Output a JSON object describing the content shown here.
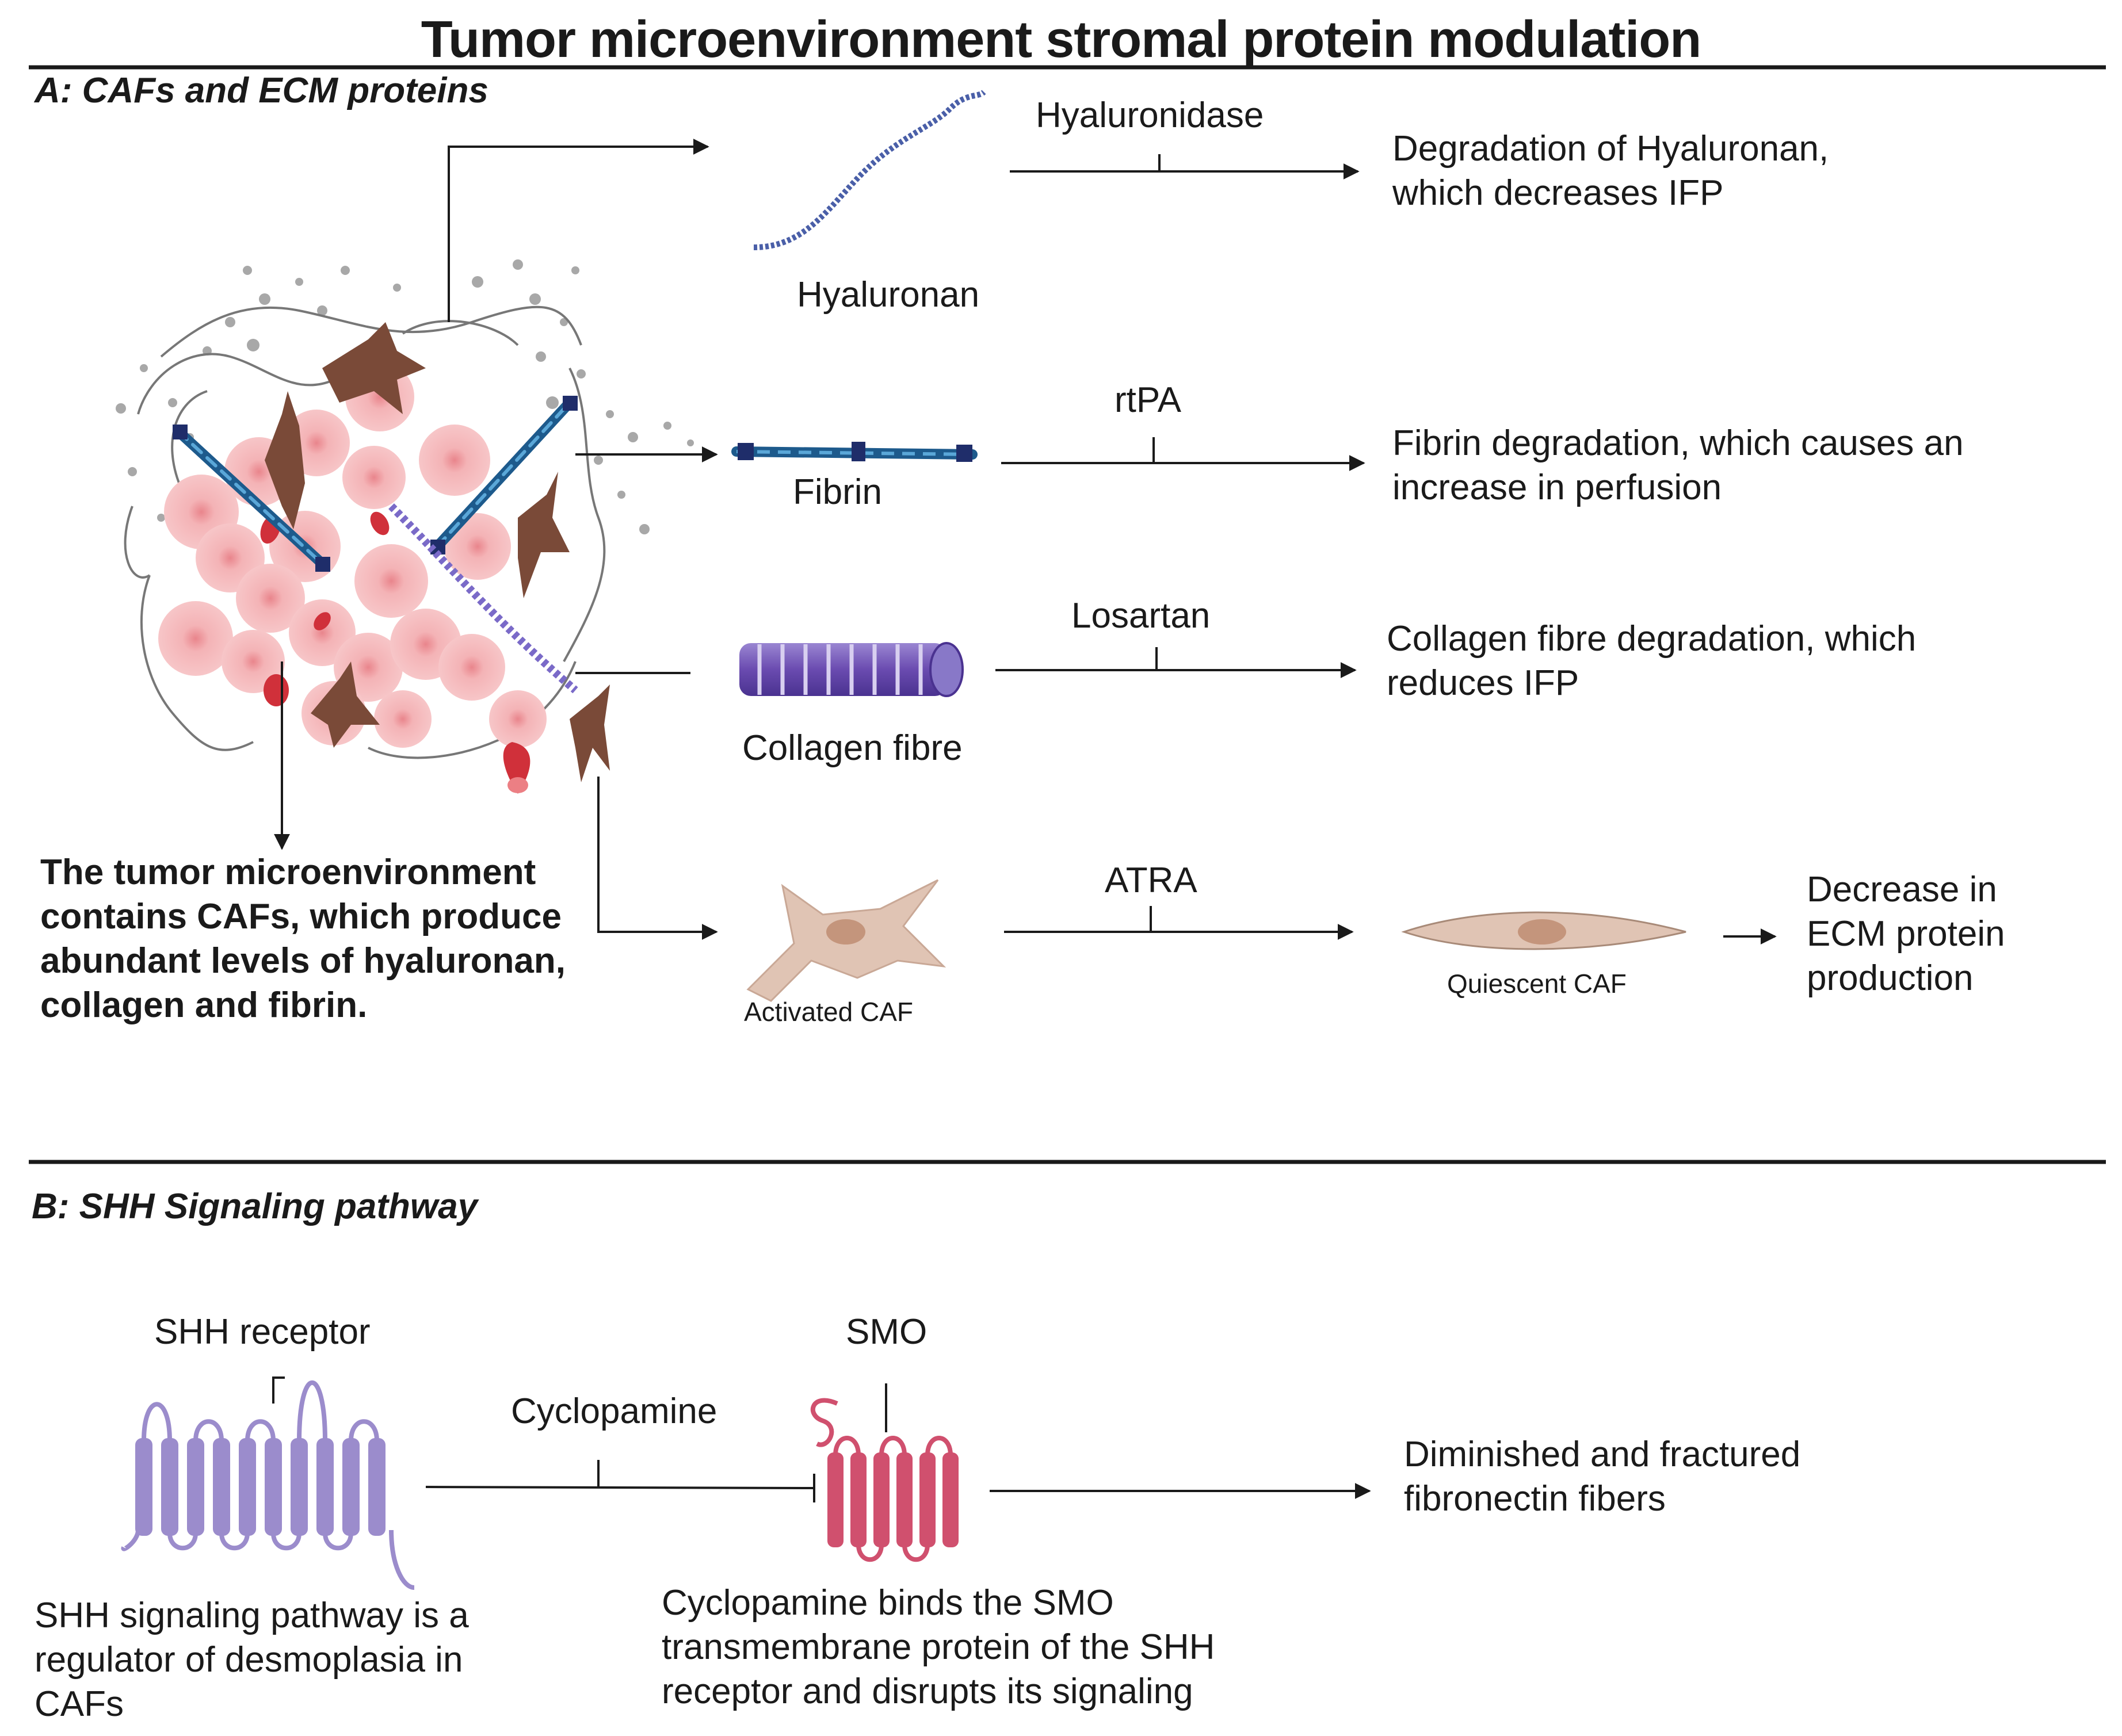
{
  "title": "Tumor microenvironment stromal protein modulation",
  "section_a": {
    "heading": "A: CAFs and ECM proteins",
    "tme_description": "The tumor microenvironment contains CAFs, which produce abundant levels of hyaluronan, collagen and fibrin.",
    "rows": [
      {
        "label": "Hyaluronan",
        "drug": "Hyaluronidase",
        "outcome": "Degradation of Hyaluronan, which decreases IFP"
      },
      {
        "label": "Fibrin",
        "drug": "rtPA",
        "outcome": "Fibrin degradation, which causes an increase in perfusion"
      },
      {
        "label": "Collagen fibre",
        "drug": "Losartan",
        "outcome": "Collagen fibre degradation, which reduces IFP"
      },
      {
        "label": "Activated CAF",
        "drug": "ATRA",
        "intermediate": "Quiescent CAF",
        "outcome": "Decrease in ECM protein production"
      }
    ]
  },
  "section_b": {
    "heading": "B: SHH Signaling pathway",
    "receptor_label": "SHH receptor",
    "smo_label": "SMO",
    "drug": "Cyclopamine",
    "outcome": "Diminished and fractured fibronectin fibers",
    "receptor_description": "SHH signaling pathway is a regulator of desmoplasia in CAFs",
    "smo_description": "Cyclopamine binds the SMO transmembrane protein of the SHH receptor and disrupts its signaling"
  },
  "colors": {
    "hyaluronan": "#4a5fa8",
    "fibrin": "#1d5a8c",
    "collagen": "#7a5ab8",
    "caf_activated": "#e0c4b4",
    "caf_dark": "#7a4a38",
    "tumor_cell": "#f2a8ac",
    "shh_receptor": "#9b8ccc",
    "smo": "#d0506e",
    "line": "#1a1a1a"
  }
}
